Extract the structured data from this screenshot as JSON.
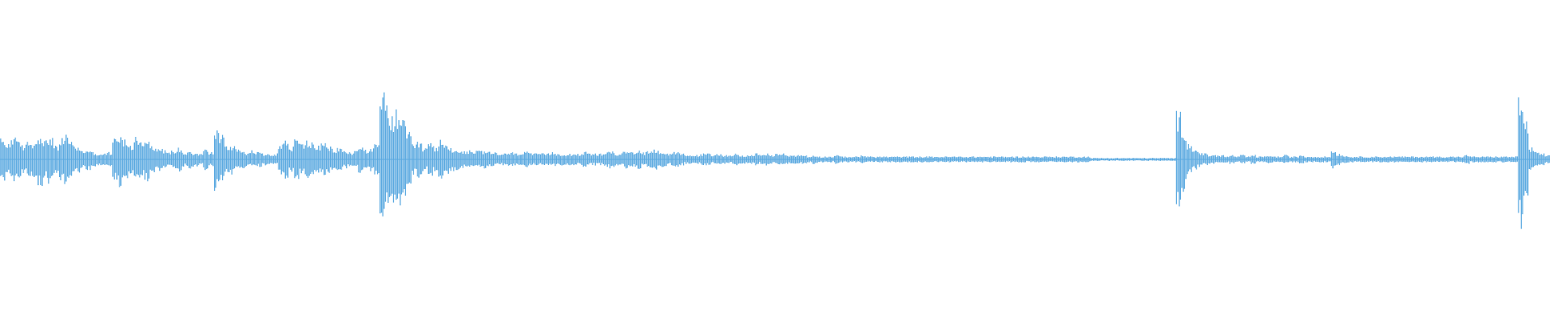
{
  "waveform": {
    "color": "#5aa9e0",
    "background": "#ffffff",
    "envelope": [
      0.14,
      0.11,
      0.17,
      0.12,
      0.1,
      0.13,
      0.12,
      0.18,
      0.13,
      0.16,
      0.09,
      0.14,
      0.17,
      0.12,
      0.09,
      0.06,
      0.07,
      0.05,
      0.04,
      0.04,
      0.05,
      0.14,
      0.19,
      0.13,
      0.1,
      0.17,
      0.12,
      0.16,
      0.1,
      0.08,
      0.07,
      0.05,
      0.06,
      0.08,
      0.05,
      0.06,
      0.05,
      0.04,
      0.07,
      0.05,
      0.21,
      0.17,
      0.09,
      0.1,
      0.08,
      0.06,
      0.05,
      0.06,
      0.05,
      0.04,
      0.04,
      0.04,
      0.11,
      0.13,
      0.09,
      0.14,
      0.11,
      0.13,
      0.12,
      0.09,
      0.11,
      0.09,
      0.07,
      0.08,
      0.06,
      0.05,
      0.06,
      0.09,
      0.07,
      0.08,
      0.1,
      0.45,
      0.38,
      0.3,
      0.33,
      0.26,
      0.18,
      0.1,
      0.12,
      0.08,
      0.11,
      0.09,
      0.13,
      0.1,
      0.08,
      0.07,
      0.06,
      0.06,
      0.05,
      0.06,
      0.06,
      0.05,
      0.05,
      0.04,
      0.04,
      0.05,
      0.04,
      0.05,
      0.06,
      0.04,
      0.04,
      0.04,
      0.04,
      0.05,
      0.04,
      0.04,
      0.04,
      0.04,
      0.04,
      0.05,
      0.04,
      0.04,
      0.04,
      0.05,
      0.06,
      0.04,
      0.05,
      0.06,
      0.05,
      0.07,
      0.05,
      0.06,
      0.07,
      0.06,
      0.05,
      0.04,
      0.05,
      0.04,
      0.03,
      0.03,
      0.03,
      0.04,
      0.04,
      0.03,
      0.04,
      0.03,
      0.03,
      0.04,
      0.03,
      0.03,
      0.03,
      0.04,
      0.03,
      0.04,
      0.03,
      0.04,
      0.04,
      0.03,
      0.03,
      0.03,
      0.03,
      0.02,
      0.03,
      0.02,
      0.02,
      0.02,
      0.03,
      0.02,
      0.02,
      0.02,
      0.02,
      0.03,
      0.02,
      0.02,
      0.02,
      0.02,
      0.02,
      0.02,
      0.02,
      0.02,
      0.02,
      0.02,
      0.02,
      0.02,
      0.02,
      0.02,
      0.02,
      0.02,
      0.02,
      0.02,
      0.02,
      0.02,
      0.02,
      0.02,
      0.02,
      0.02,
      0.02,
      0.02,
      0.02,
      0.02,
      0.02,
      0.02,
      0.02,
      0.02,
      0.02,
      0.02,
      0.02,
      0.02,
      0.02,
      0.02,
      0.02,
      0.02,
      0.02,
      0.02,
      0.01,
      0.01,
      0.01,
      0.01,
      0.01,
      0.01,
      0.01,
      0.01,
      0.01,
      0.01,
      0.01,
      0.01,
      0.01,
      0.01,
      0.01,
      0.01,
      0.32,
      0.22,
      0.11,
      0.08,
      0.05,
      0.04,
      0.03,
      0.03,
      0.03,
      0.02,
      0.03,
      0.02,
      0.03,
      0.02,
      0.03,
      0.02,
      0.02,
      0.03,
      0.02,
      0.02,
      0.03,
      0.02,
      0.02,
      0.03,
      0.02,
      0.02,
      0.02,
      0.02,
      0.02,
      0.06,
      0.04,
      0.03,
      0.02,
      0.02,
      0.02,
      0.02,
      0.02,
      0.02,
      0.02,
      0.02,
      0.02,
      0.02,
      0.02,
      0.02,
      0.02,
      0.02,
      0.02,
      0.02,
      0.02,
      0.02,
      0.02,
      0.02,
      0.02,
      0.02,
      0.03,
      0.02,
      0.02,
      0.02,
      0.02,
      0.02,
      0.02,
      0.02,
      0.02,
      0.02,
      0.48,
      0.26,
      0.08,
      0.05,
      0.04,
      0.03
    ]
  }
}
